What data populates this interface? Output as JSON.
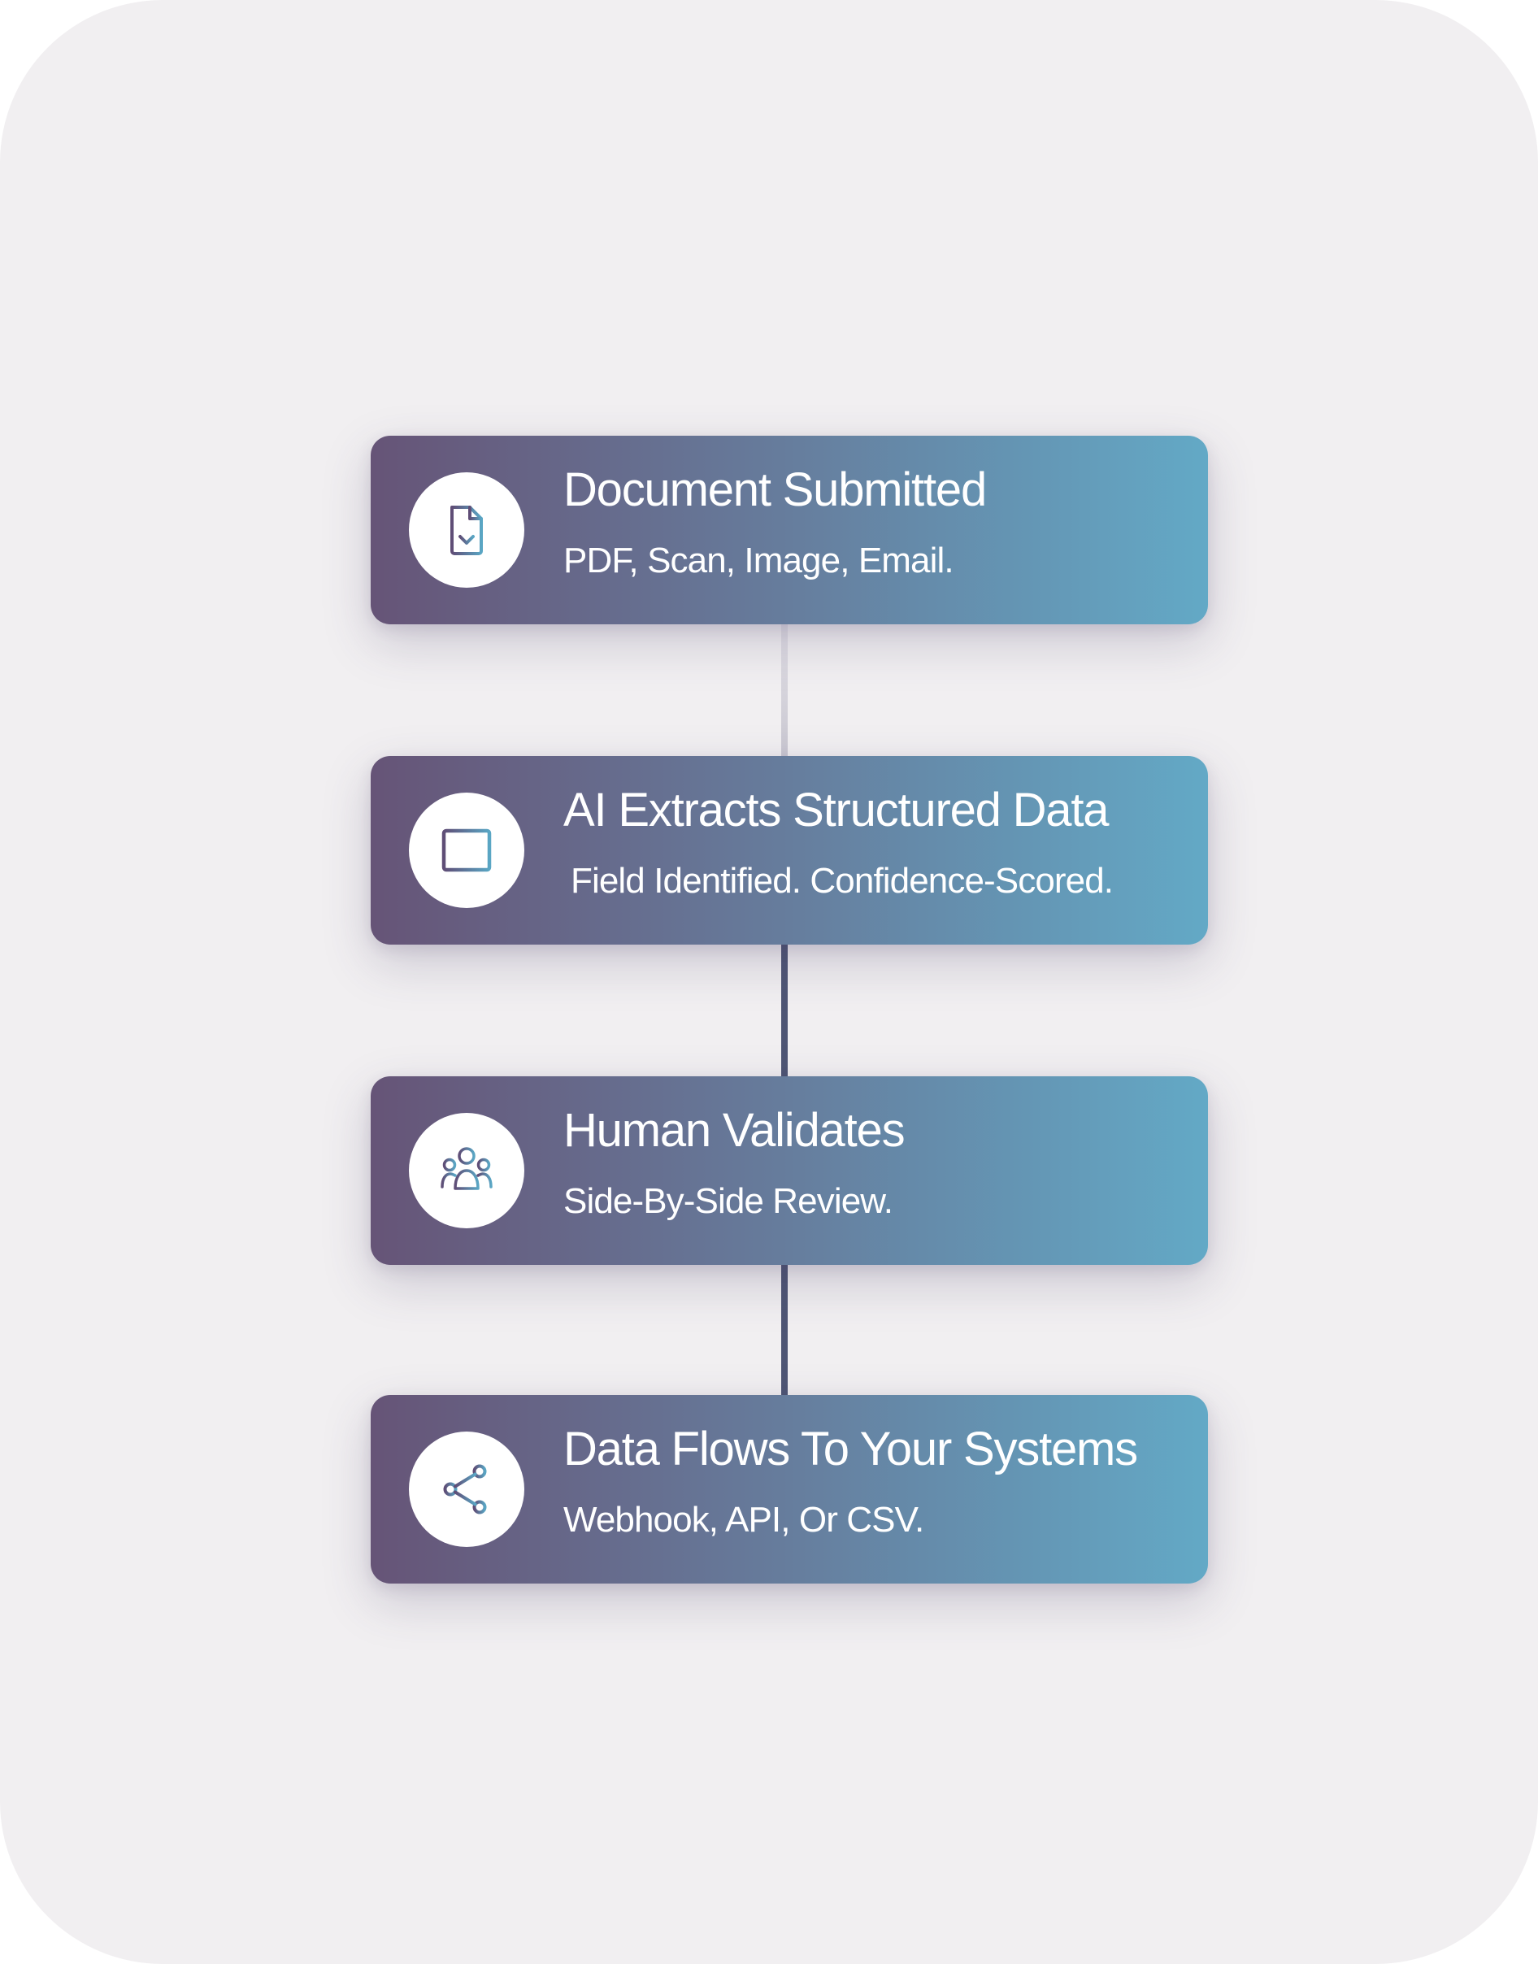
{
  "steps": [
    {
      "title": "Document Submitted",
      "subtitle": "PDF, Scan, Image, Email.",
      "icon": "document-download-icon"
    },
    {
      "title": "AI Extracts Structured Data",
      "subtitle": "Field Identified. Confidence-Scored.",
      "icon": "columns-icon"
    },
    {
      "title": "Human Validates",
      "subtitle": "Side-By-Side Review.",
      "icon": "users-group-icon"
    },
    {
      "title": "Data Flows To Your Systems",
      "subtitle": "Webhook, API, Or CSV.",
      "icon": "share-icon"
    }
  ],
  "colors": {
    "background": "#f1eff1",
    "gradient_start": "#665477",
    "gradient_end": "#63a9c6",
    "connector": "#4e5574",
    "icon_stroke_start": "#5f4d76",
    "icon_stroke_end": "#5aa6c4"
  }
}
